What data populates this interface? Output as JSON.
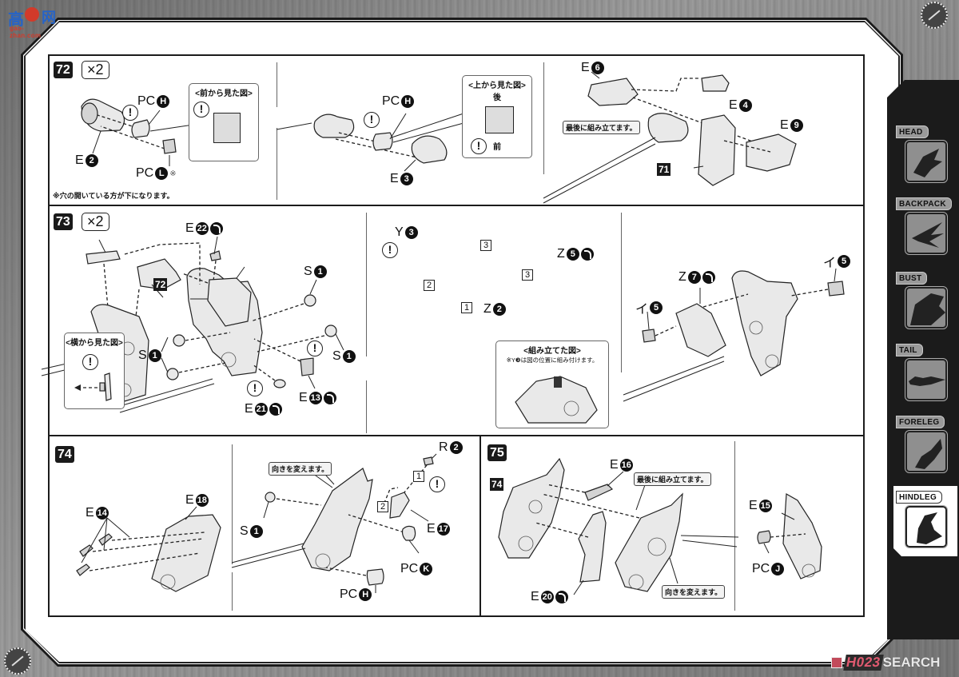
{
  "watermark": {
    "brand_cn_1": "高",
    "brand_cn_2": "网",
    "brand_url": "gao-zhan.com"
  },
  "sidebar": {
    "items": [
      {
        "label": "HEAD",
        "active": false
      },
      {
        "label": "BACKPACK",
        "active": false
      },
      {
        "label": "BUST",
        "active": false
      },
      {
        "label": "TAIL",
        "active": false
      },
      {
        "label": "FORELEG",
        "active": false
      },
      {
        "label": "HINDLEG",
        "active": true
      }
    ]
  },
  "footer": {
    "page_number": "023",
    "brand_prefix": "H",
    "brand_suffix": "SEARCH"
  },
  "steps": {
    "s72": {
      "number": "72",
      "quantity": "×2",
      "labels": {
        "e2": {
          "letter": "E",
          "num": "2"
        },
        "pch": {
          "letter": "PC",
          "num": "H"
        },
        "pcl": {
          "letter": "PC",
          "num": "L",
          "mark": "※"
        },
        "pch2": {
          "letter": "PC",
          "num": "H"
        },
        "e3": {
          "letter": "E",
          "num": "3"
        },
        "e6": {
          "letter": "E",
          "num": "6"
        },
        "e4": {
          "letter": "E",
          "num": "4"
        },
        "e9": {
          "letter": "E",
          "num": "9"
        }
      },
      "inset_front": {
        "title": "<前から見た図>"
      },
      "inset_top": {
        "title": "<上から見た図>",
        "back": "後",
        "front": "前"
      },
      "footnote": "※穴の開いている方が下になります。",
      "callout_last": "最後に組み立てます。",
      "ref_prev": "71"
    },
    "s73": {
      "number": "73",
      "quantity": "×2",
      "labels": {
        "e22": {
          "letter": "E",
          "num": "22"
        },
        "s1a": {
          "letter": "S",
          "num": "1"
        },
        "s1b": {
          "letter": "S",
          "num": "1"
        },
        "s1c": {
          "letter": "S",
          "num": "1"
        },
        "e13": {
          "letter": "E",
          "num": "13"
        },
        "e21": {
          "letter": "E",
          "num": "21"
        },
        "y3": {
          "letter": "Y",
          "num": "3"
        },
        "z5": {
          "letter": "Z",
          "num": "5"
        },
        "z2": {
          "letter": "Z",
          "num": "2"
        },
        "z7": {
          "letter": "Z",
          "num": "7"
        },
        "i5a": {
          "letter": "イ",
          "num": "5"
        },
        "i5b": {
          "letter": "イ",
          "num": "5"
        }
      },
      "ref_prev": "72",
      "inset_side": {
        "title": "<横から見た図>"
      },
      "inset_assembled": {
        "title": "<組み立てた図>",
        "note": "※Y❸は図の位置に組み付けます。"
      },
      "sequence": [
        "1",
        "2",
        "3",
        "3"
      ]
    },
    "s74": {
      "number": "74",
      "labels": {
        "e14": {
          "letter": "E",
          "num": "14"
        },
        "e18": {
          "letter": "E",
          "num": "18"
        },
        "s1": {
          "letter": "S",
          "num": "1"
        },
        "r2": {
          "letter": "R",
          "num": "2"
        },
        "e17": {
          "letter": "E",
          "num": "17"
        },
        "pck": {
          "letter": "PC",
          "num": "K"
        },
        "pch": {
          "letter": "PC",
          "num": "H"
        }
      },
      "callout_turn": "向きを変えます。",
      "sequence": [
        "1",
        "2"
      ]
    },
    "s75": {
      "number": "75",
      "labels": {
        "e16": {
          "letter": "E",
          "num": "16"
        },
        "e20": {
          "letter": "E",
          "num": "20"
        },
        "e15": {
          "letter": "E",
          "num": "15"
        },
        "pcj": {
          "letter": "PC",
          "num": "J"
        }
      },
      "ref_prev": "74",
      "callout_last": "最後に組み立てます。",
      "callout_turn": "向きを変えます。"
    }
  }
}
